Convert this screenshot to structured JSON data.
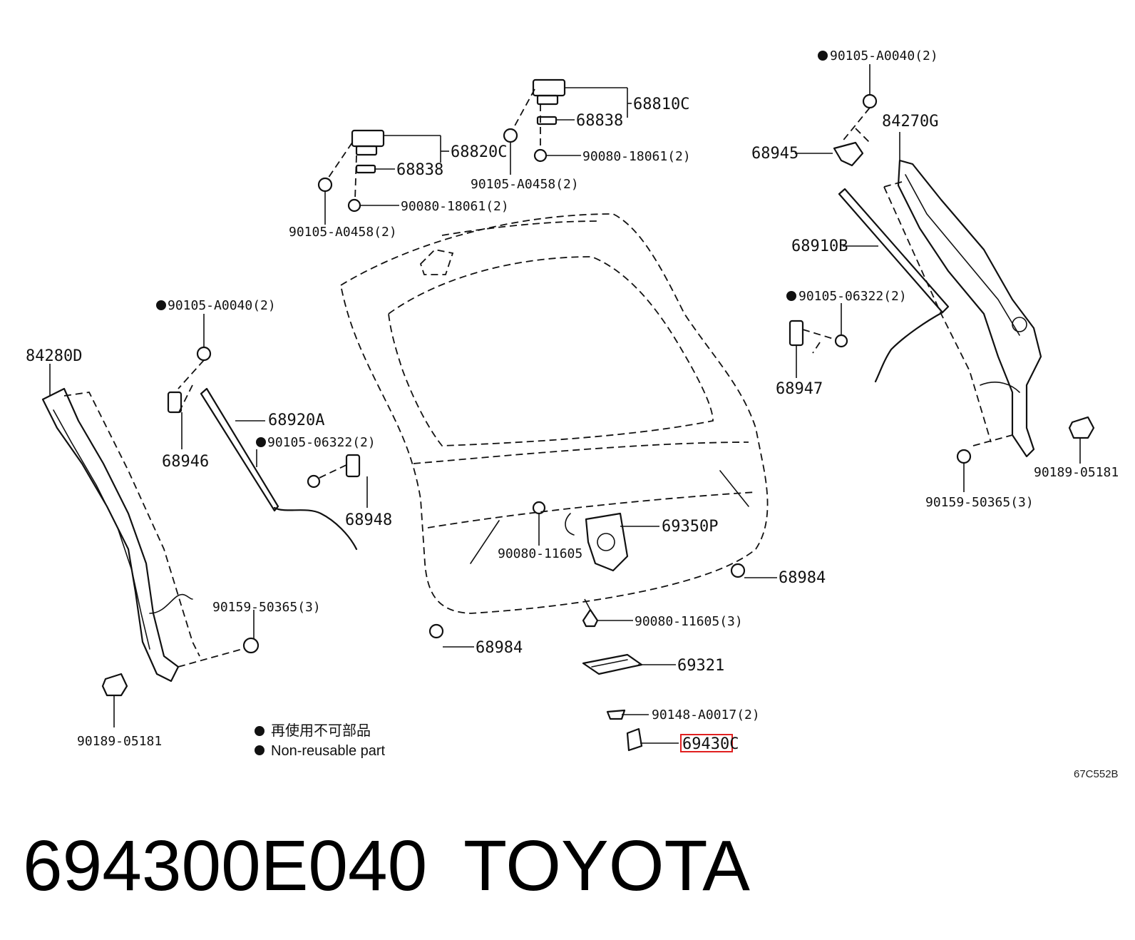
{
  "labels": {
    "p84280D": "84280D",
    "p90105_A0040_left": "90105-A0040(2)",
    "p68946": "68946",
    "p68920A": "68920A",
    "p90105_06322_left": "90105-06322(2)",
    "p68948": "68948",
    "p90159_left": "90159-50365(3)",
    "p90189_left": "90189-05181",
    "p68820C": "68820C",
    "p68838_left": "68838",
    "p90080_18061_left": "90080-18061(2)",
    "p90105_A0458_left": "90105-A0458(2)",
    "p68810C": "68810C",
    "p68838_right": "68838",
    "p90080_18061_right": "90080-18061(2)",
    "p90105_A0458_right": "90105-A0458(2)",
    "p90105_A0040_right": "90105-A0040(2)",
    "p84270G": "84270G",
    "p68945": "68945",
    "p68910B": "68910B",
    "p90105_06322_right": "90105-06322(2)",
    "p68947": "68947",
    "p90189_right": "90189-05181",
    "p90159_right": "90159-50365(3)",
    "p69350P": "69350P",
    "p90080_11605_a": "90080-11605",
    "p68984_right": "68984",
    "p90080_11605_b": "90080-11605(3)",
    "p68984_left": "68984",
    "p69321": "69321",
    "p90148": "90148-A0017(2)",
    "p69430C": "69430C"
  },
  "legend": {
    "line1": "再使用不可部品",
    "line2": "Non-reusable part"
  },
  "diagram_code": "67C552B",
  "footer": {
    "part_number": "694300E040",
    "brand": "TOYOTA"
  },
  "colors": {
    "highlight": "#e02020",
    "ink": "#111111"
  }
}
